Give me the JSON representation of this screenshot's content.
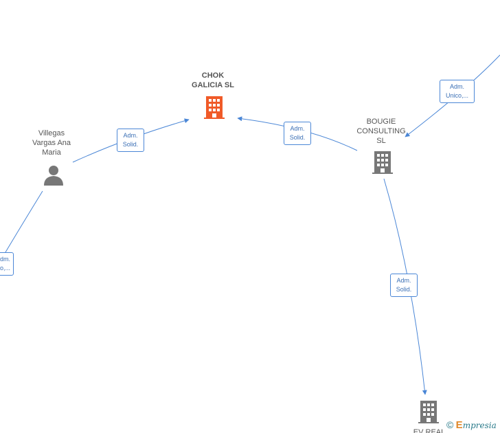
{
  "nodes": {
    "chok": {
      "label_line1": "CHOK",
      "label_line2": "GALICIA  SL",
      "icon": "building-icon",
      "color": "#f05a28"
    },
    "bougie": {
      "label_line1": "BOUGIE",
      "label_line2": "CONSULTING",
      "label_line3": "SL",
      "icon": "building-icon",
      "color": "#777777"
    },
    "villegas": {
      "label_line1": "Villegas",
      "label_line2": "Vargas Ana",
      "label_line3": "Maria",
      "icon": "person-icon",
      "color": "#777777"
    },
    "evreal": {
      "label_line1": "EV REAL",
      "icon": "building-icon",
      "color": "#777777"
    }
  },
  "edges": {
    "villegas_chok": {
      "line1": "Adm.",
      "line2": "Solid."
    },
    "bougie_chok": {
      "line1": "Adm.",
      "line2": "Solid."
    },
    "top_bougie": {
      "line1": "Adm.",
      "line2": "Unico,..."
    },
    "bougie_evreal": {
      "line1": "Adm.",
      "line2": "Solid."
    },
    "left_villegas": {
      "line1": "Adm.",
      "line2": "Unico,..."
    }
  },
  "watermark": {
    "copyright": "©",
    "brand_first": "E",
    "brand_rest": "mpresia"
  },
  "colors": {
    "edge": "#4a86d6",
    "highlight": "#f05a28",
    "node": "#777777"
  }
}
